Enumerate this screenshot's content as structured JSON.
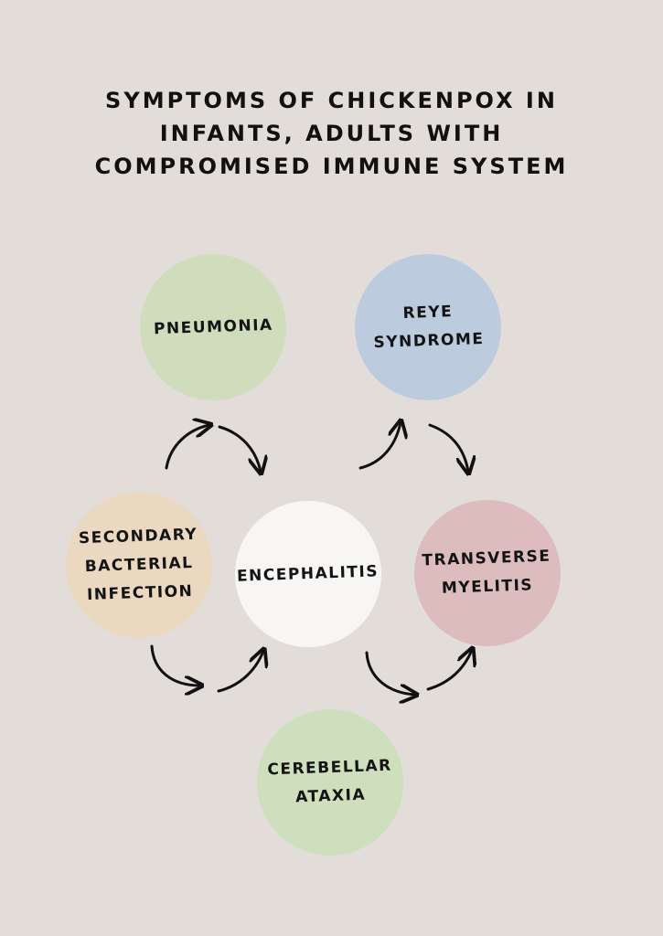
{
  "title_lines": [
    "SYMPTOMS OF CHICKENPOX IN",
    "INFANTS, ADULTS WITH",
    "COMPROMISED IMMUNE SYSTEM"
  ],
  "nodes": {
    "pneumonia": {
      "lines": [
        "PNEUMONIA"
      ],
      "color": "#cfddbd"
    },
    "reye": {
      "lines": [
        "REYE",
        "SYNDROME"
      ],
      "color": "#bccbdd"
    },
    "secondary": {
      "lines": [
        "SECONDARY",
        "BACTERIAL",
        "INFECTION"
      ],
      "color": "#ead8c0"
    },
    "encephalitis": {
      "lines": [
        "ENCEPHALITIS"
      ],
      "color": "#f7f6f4"
    },
    "transverse": {
      "lines": [
        "TRANSVERSE",
        "MYELITIS"
      ],
      "color": "#dcbcbc"
    },
    "cerebellar": {
      "lines": [
        "CEREBELLAR",
        "ATAXIA"
      ],
      "color": "#cddfbc"
    }
  },
  "colors": {
    "background": "#e3ddd9",
    "text": "#111111",
    "arrow": "#111111"
  }
}
